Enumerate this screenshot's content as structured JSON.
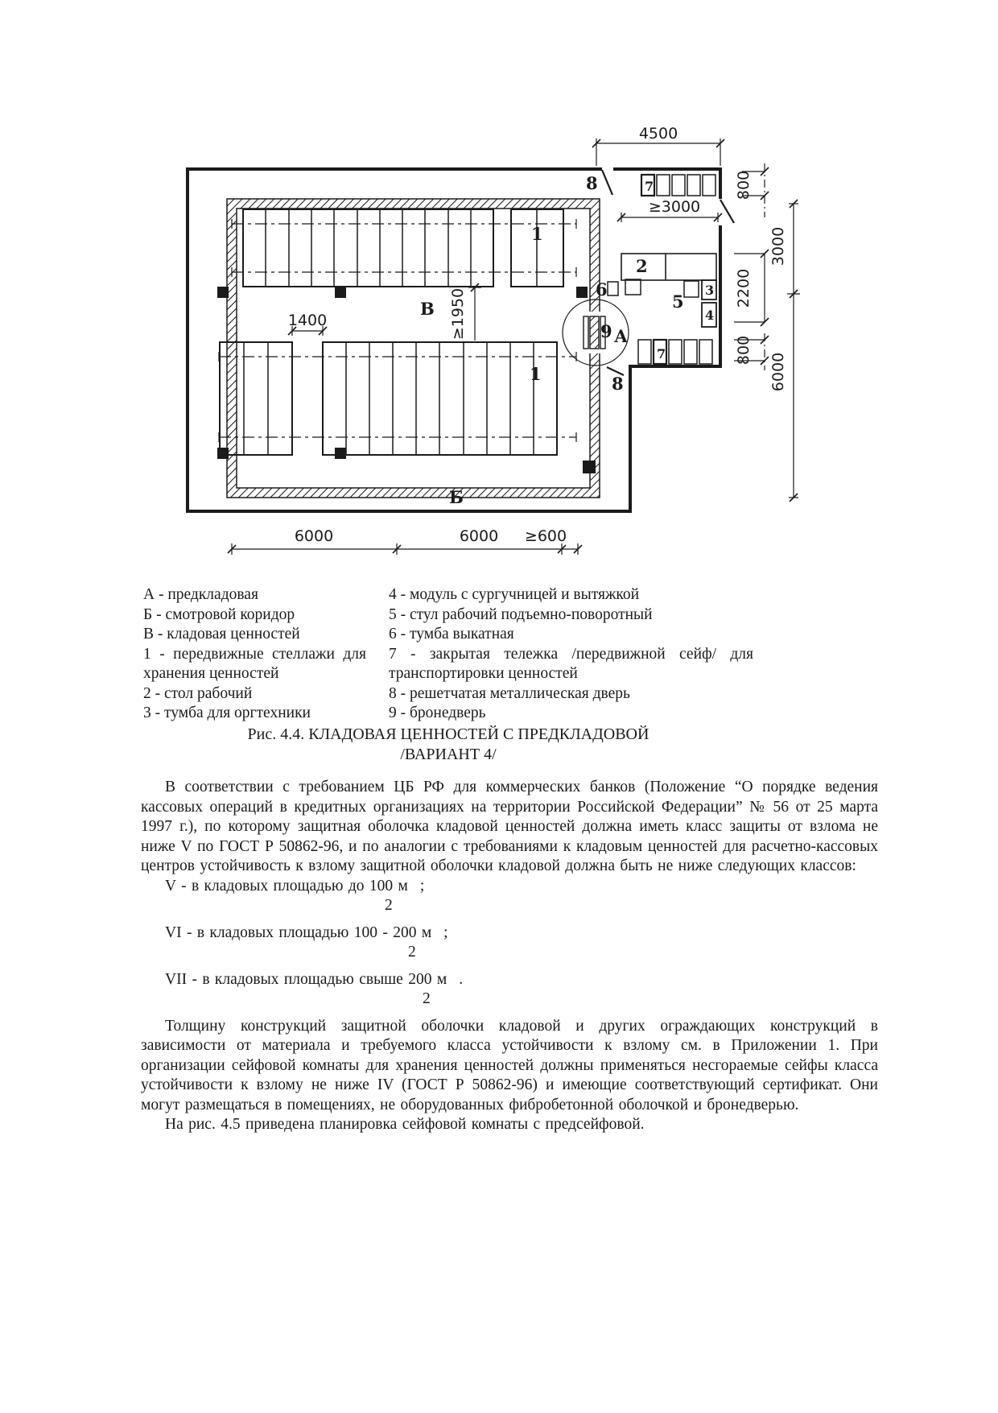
{
  "figure": {
    "dimensions": {
      "top_width": "4500",
      "recess_top": "800",
      "entry_min_width": "≥3000",
      "right_upper": "3000",
      "inner_span": "2200",
      "recess_bottom": "800",
      "right_lower": "6000",
      "aisle_width": "1400",
      "min_clearance": "≥1950",
      "bottom_left": "6000",
      "bottom_mid": "6000",
      "bottom_right": "≥600"
    },
    "room_labels": {
      "a": "А",
      "b": "Б",
      "v": "В"
    },
    "item_labels": {
      "shelf_top": "1",
      "shelf_bottom": "1",
      "table": "2",
      "tumba_org": "3",
      "module": "4",
      "chair": "5",
      "tumba_roll": "6",
      "trolley_top": "7",
      "trolley_bottom": "7",
      "grille_door_top": "8",
      "grille_door_bottom": "8",
      "armored_door": "9"
    }
  },
  "legend": {
    "left": [
      "А - предкладовая",
      "Б - смотровой коридор",
      "В - кладовая ценностей",
      "1 - передвижные стеллажи для хранения ценностей",
      "2 - стол рабочий",
      "3 - тумба для оргтехники"
    ],
    "right": [
      "4 - модуль с сургучницей и вытяжкой",
      "5 - стул рабочий подъемно-поворотный",
      "6 - тумба выкатная",
      "7 - закрытая тележка /передвижной сейф/ для транспортировки ценностей",
      "8 - решетчатая металлическая дверь",
      "9 - бронедверь"
    ]
  },
  "caption": {
    "line1": "Рис. 4.4. КЛАДОВАЯ ЦЕННОСТЕЙ С ПРЕДКЛАДОВОЙ",
    "line2": "/ВАРИАНТ 4/"
  },
  "body": {
    "p1": "В соответствии с требованием ЦБ РФ для коммерческих банков (Положение “О порядке ведения кассовых операций в кредитных организациях на территории Российской Федерации” № 56 от 25 марта 1997 г.), по которому защитная оболочка кладовой ценностей должна иметь класс защиты от взлома не ниже V по ГОСТ Р 50862-96, и по аналогии с требованиями к кладовым ценностей для расчетно-кассовых центров устойчивость к взлому защитной оболочки кладовой должна быть не ниже следующих классов:",
    "classes": [
      {
        "text": "V - в кладовых площадью до 100 м",
        "punct": ";",
        "sup": "2"
      },
      {
        "text": "VI - в кладовых площадью 100 - 200 м",
        "punct": ";",
        "sup": "2"
      },
      {
        "text": "VII - в кладовых площадью свыше 200 м",
        "punct": ".",
        "sup": "2"
      }
    ],
    "p2": "Толщину конструкций защитной оболочки кладовой и других ограждающих конструкций в зависимости от материала и требуемого класса устойчивости к взлому см. в Приложении 1. При организации сейфовой комнаты для хранения ценностей должны применяться несгораемые сейфы класса устойчивости к взлому не ниже IV (ГОСТ Р  50862-96) и имеющие соответствующий сертификат. Они могут размещаться в помещениях, не оборудованных фибробетонной оболочкой и бронедверью.",
    "p3": "На рис. 4.5 приведена планировка сейфовой комнаты с предсейфовой."
  }
}
